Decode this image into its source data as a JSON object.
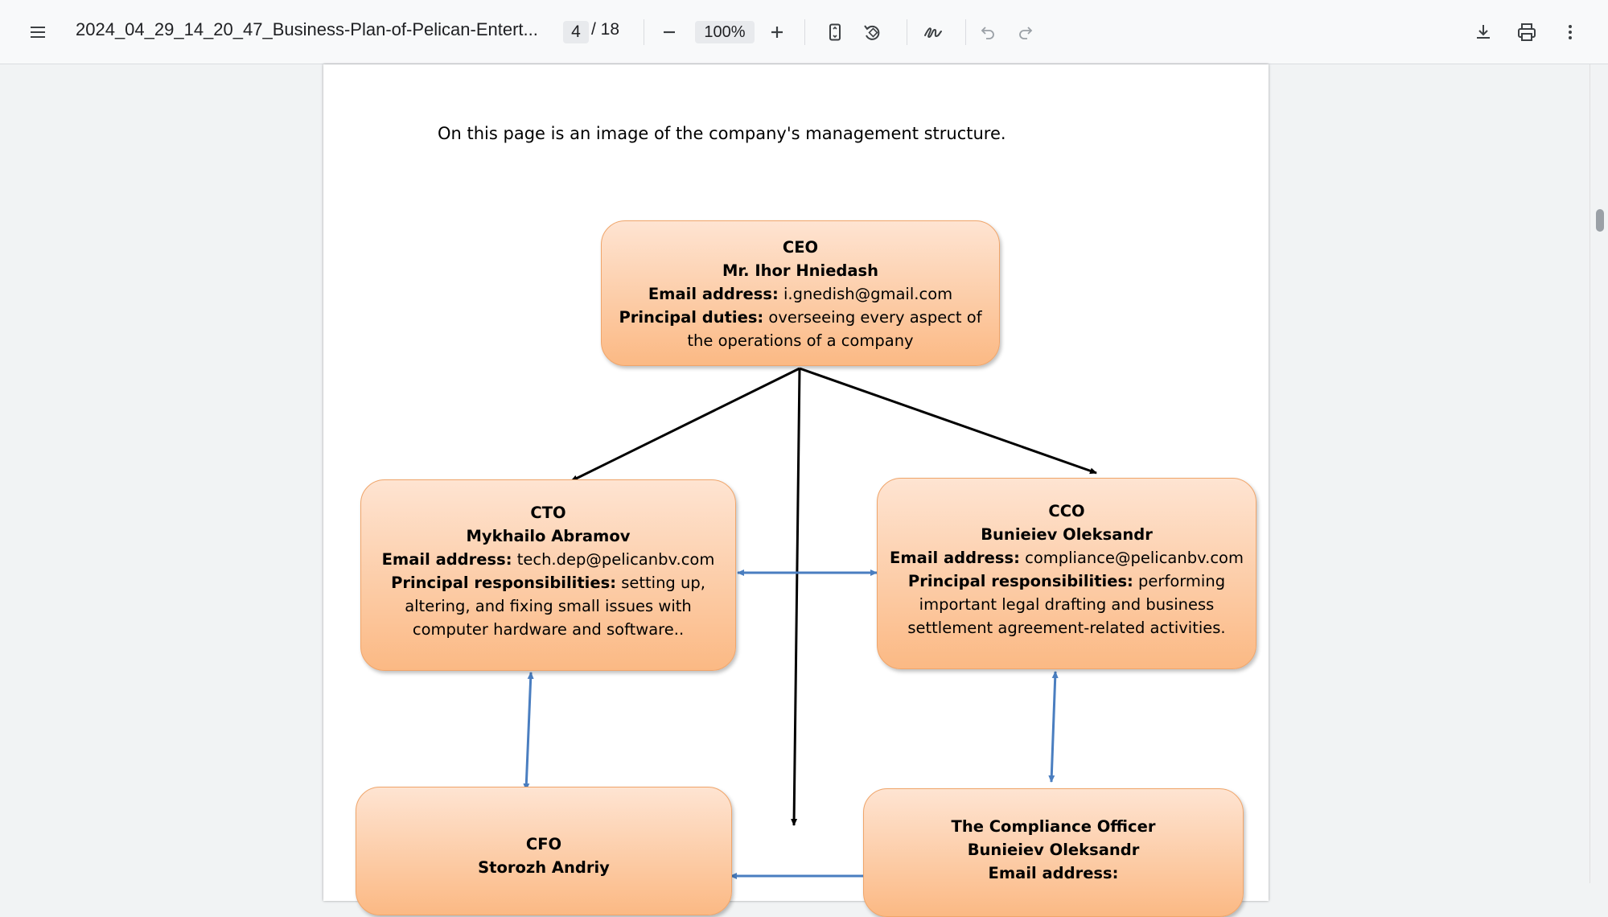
{
  "toolbar": {
    "menu_icon": "hamburger-menu-icon",
    "title": "2024_04_29_14_20_47_Business-Plan-of-Pelican-Entert...",
    "current_page": "4",
    "total_pages": "/ 18",
    "zoom": "100%",
    "icons": [
      "zoom-out-icon",
      "zoom-in-icon",
      "fit-page-icon",
      "rotate-icon",
      "annotate-pen-icon",
      "undo-icon",
      "redo-icon",
      "download-icon",
      "print-icon",
      "more-options-icon"
    ]
  },
  "document": {
    "intro": "On this page is an image of the company's management structure.",
    "ceo": {
      "role": "CEO",
      "name": "Mr. Ihor Hniedash",
      "email_label": "Email address:",
      "email": " i.gnedish@gmail.com",
      "duties_label": "Principal duties:",
      "duties": " overseeing every aspect of the operations of a company"
    },
    "cto": {
      "role": "CTO",
      "name": "Mykhailo Abramov",
      "email_label": "Email address:",
      "email": " tech.dep@pelicanbv.com",
      "duties_label": "Principal responsibilities:",
      "duties": " setting up, altering, and fixing small issues with computer hardware and software.."
    },
    "cco": {
      "role": "CCO",
      "name": "Bunieiev Oleksandr",
      "email_label": "Email address:",
      "email": " compliance@pelicanbv.com",
      "duties_label": "Principal responsibilities:",
      "duties": " performing important legal drafting and business settlement agreement-related activities."
    },
    "cfo": {
      "role": "CFO",
      "name": "Storozh Andriy"
    },
    "compliance_officer": {
      "role": "The Compliance Officer",
      "name": "Bunieiev Oleksandr",
      "email_label": "Email address:"
    }
  },
  "colors": {
    "box_border": "#f0a56a",
    "box_gradient_top": "#fee4d2",
    "box_gradient_bottom": "#fbb984",
    "blue_arrow": "#4a7ec0",
    "black_arrow": "#000000"
  }
}
